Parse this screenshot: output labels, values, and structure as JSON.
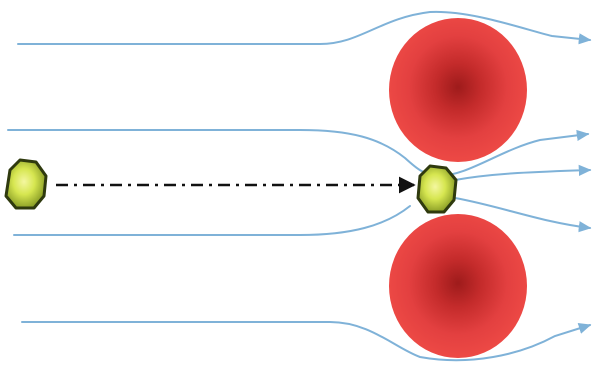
{
  "colors": {
    "background": "#ffffff",
    "streamline": "#7fb2d8",
    "collector": "#e8423e",
    "collector_core": "#9e1b1b",
    "particle": "#d8e85a",
    "particle_edge": "#2f3a0e",
    "trajectory": "#111111"
  },
  "diagram": {
    "streamline_count": 6,
    "collector_count": 2,
    "particle_count": 2,
    "trajectory_style": "dash-dot with arrowhead",
    "flow_direction": "left-to-right"
  }
}
